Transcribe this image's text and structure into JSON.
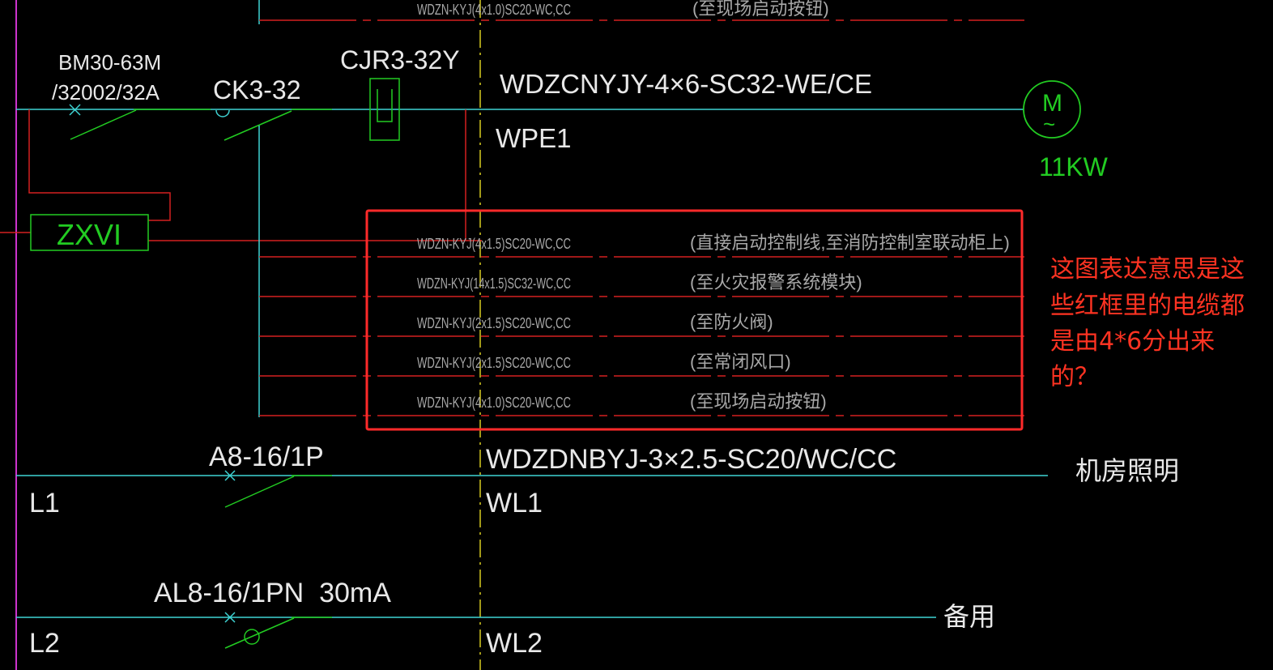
{
  "colors": {
    "bg": "#000000",
    "cyan": "#3fd4d4",
    "green": "#22cc22",
    "red": "#d42020",
    "white": "#e8e8e8",
    "gray": "#a8a8a8",
    "yellow": "#d8cc20",
    "magenta": "#cc33cc",
    "annotation": "#ff3322",
    "box": "#ff2a2a"
  },
  "top_cable": {
    "spec": "WDZN-KYJ(4x1.0)SC20-WC,CC",
    "desc": "(至现场启动按钮)"
  },
  "breaker_main": {
    "line1": "BM30-63M",
    "line2": "/32002/32A"
  },
  "isolator": {
    "label": "CK3-32"
  },
  "contactor": {
    "label": "CJR3-32Y"
  },
  "feeder_main": {
    "cable": "WDZCNYJY-4×6-SC32-WE/CE",
    "circuit": "WPE1"
  },
  "motor": {
    "symbol": "M",
    "tilde": "~",
    "power": "11KW"
  },
  "relay": {
    "label": "ZXVI"
  },
  "control_cables": [
    {
      "spec": "WDZN-KYJ(4x1.5)SC20-WC,CC",
      "desc": "(直接启动控制线,至消防控制室联动柜上)"
    },
    {
      "spec": "WDZN-KYJ(14x1.5)SC32-WC,CC",
      "desc": "(至火灾报警系统模块)"
    },
    {
      "spec": "WDZN-KYJ(2x1.5)SC20-WC,CC",
      "desc": "(至防火阀)"
    },
    {
      "spec": "WDZN-KYJ(2x1.5)SC20-WC,CC",
      "desc": "(至常闭风口)"
    },
    {
      "spec": "WDZN-KYJ(4x1.0)SC20-WC,CC",
      "desc": "(至现场启动按钮)"
    }
  ],
  "annotation": {
    "lines": [
      "这图表达意思是这",
      "些红框里的电缆都",
      "是由4*6分出来",
      "的？"
    ]
  },
  "lighting": {
    "breaker": "A8-16/1P",
    "phase": "L1",
    "cable": "WDZDNBYJ-3×2.5-SC20/WC/CC",
    "circuit": "WL1",
    "dest": "机房照明"
  },
  "spare": {
    "breaker": "AL8-16/1PN  30mA",
    "phase": "L2",
    "circuit": "WL2",
    "dest": "备用"
  }
}
